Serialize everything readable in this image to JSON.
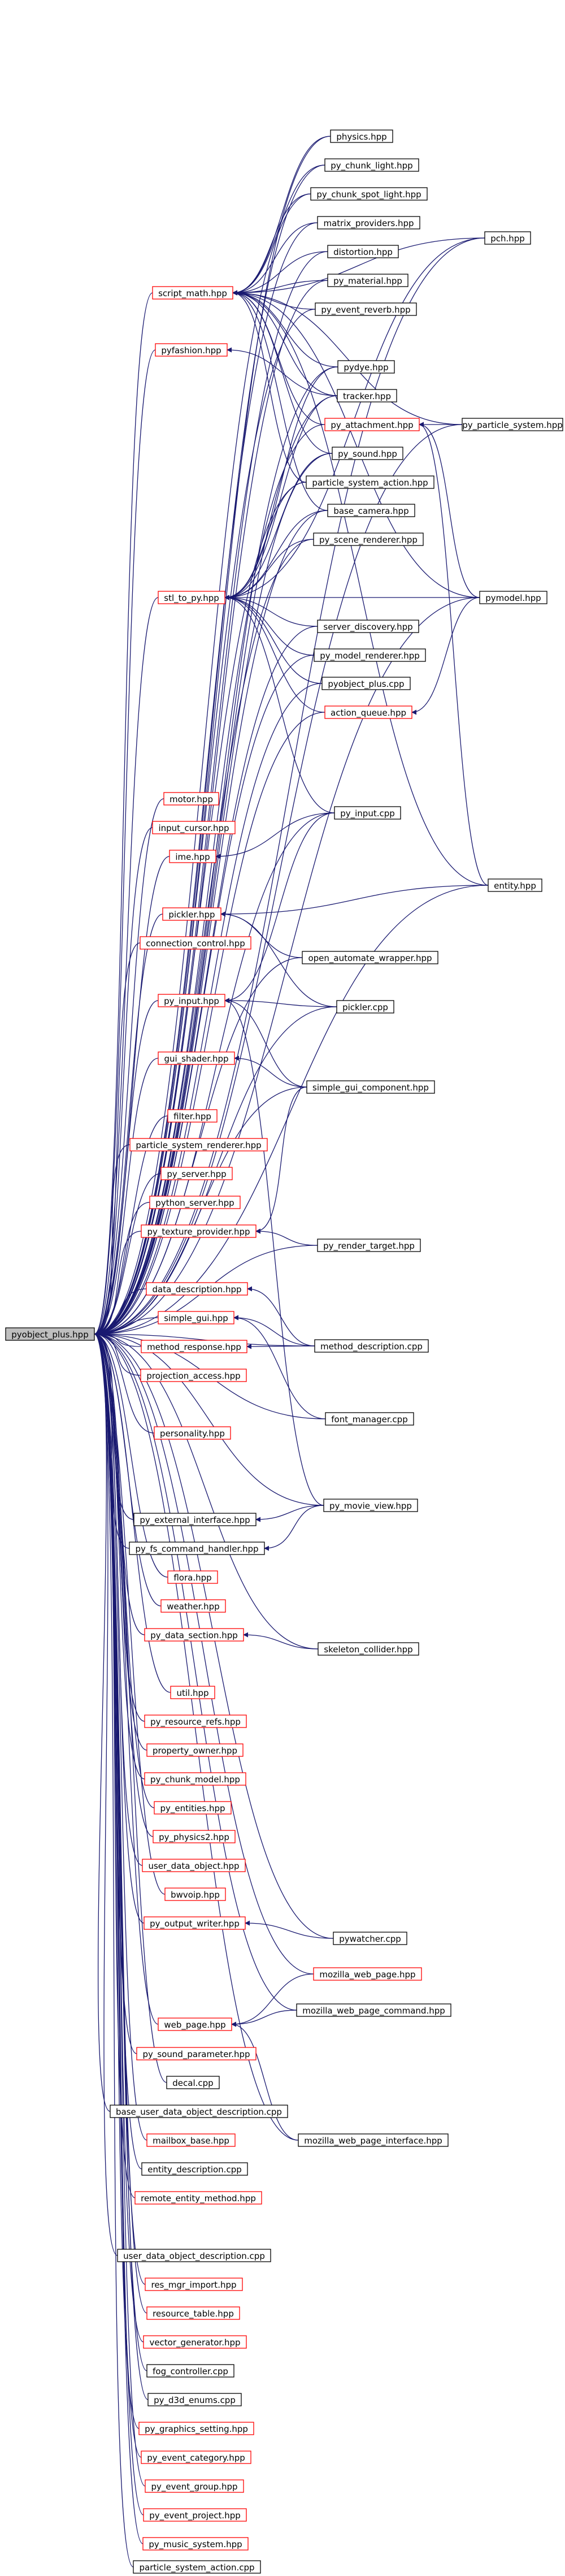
{
  "graph": {
    "root": "pyobject_plus.hpp",
    "nodes": [
      {
        "id": "pyobject_plus",
        "label": "pyobject_plus.hpp",
        "color": "root"
      },
      {
        "id": "physics",
        "label": "physics.hpp",
        "color": "black"
      },
      {
        "id": "py_chunk_light",
        "label": "py_chunk_light.hpp",
        "color": "black"
      },
      {
        "id": "py_chunk_spot_light",
        "label": "py_chunk_spot_light.hpp",
        "color": "black"
      },
      {
        "id": "matrix_providers",
        "label": "matrix_providers.hpp",
        "color": "black"
      },
      {
        "id": "pch",
        "label": "pch.hpp",
        "color": "black"
      },
      {
        "id": "distortion",
        "label": "distortion.hpp",
        "color": "black"
      },
      {
        "id": "py_material",
        "label": "py_material.hpp",
        "color": "black"
      },
      {
        "id": "py_event_reverb",
        "label": "py_event_reverb.hpp",
        "color": "black"
      },
      {
        "id": "script_math",
        "label": "script_math.hpp",
        "color": "red"
      },
      {
        "id": "pydye",
        "label": "pydye.hpp",
        "color": "black"
      },
      {
        "id": "pyfashion",
        "label": "pyfashion.hpp",
        "color": "red"
      },
      {
        "id": "tracker",
        "label": "tracker.hpp",
        "color": "black"
      },
      {
        "id": "py_attachment",
        "label": "py_attachment.hpp",
        "color": "red"
      },
      {
        "id": "py_particle_system",
        "label": "py_particle_system.hpp",
        "color": "black"
      },
      {
        "id": "py_sound",
        "label": "py_sound.hpp",
        "color": "black"
      },
      {
        "id": "particle_system_action",
        "label": "particle_system_action.hpp",
        "color": "black"
      },
      {
        "id": "base_camera",
        "label": "base_camera.hpp",
        "color": "black"
      },
      {
        "id": "py_scene_renderer",
        "label": "py_scene_renderer.hpp",
        "color": "black"
      },
      {
        "id": "stl_to_py",
        "label": "stl_to_py.hpp",
        "color": "red"
      },
      {
        "id": "pymodel",
        "label": "pymodel.hpp",
        "color": "black"
      },
      {
        "id": "server_discovery",
        "label": "server_discovery.hpp",
        "color": "black"
      },
      {
        "id": "py_model_renderer",
        "label": "py_model_renderer.hpp",
        "color": "black"
      },
      {
        "id": "pyobject_plus_cpp",
        "label": "pyobject_plus.cpp",
        "color": "black"
      },
      {
        "id": "action_queue",
        "label": "action_queue.hpp",
        "color": "red"
      },
      {
        "id": "motor",
        "label": "motor.hpp",
        "color": "red"
      },
      {
        "id": "input_cursor",
        "label": "input_cursor.hpp",
        "color": "red"
      },
      {
        "id": "py_input_cpp",
        "label": "py_input.cpp",
        "color": "black"
      },
      {
        "id": "ime",
        "label": "ime.hpp",
        "color": "red"
      },
      {
        "id": "entity",
        "label": "entity.hpp",
        "color": "black"
      },
      {
        "id": "pickler",
        "label": "pickler.hpp",
        "color": "red"
      },
      {
        "id": "connection_control",
        "label": "connection_control.hpp",
        "color": "red"
      },
      {
        "id": "open_automate_wrapper",
        "label": "open_automate_wrapper.hpp",
        "color": "black"
      },
      {
        "id": "py_input",
        "label": "py_input.hpp",
        "color": "red"
      },
      {
        "id": "pickler_cpp",
        "label": "pickler.cpp",
        "color": "black"
      },
      {
        "id": "gui_shader",
        "label": "gui_shader.hpp",
        "color": "red"
      },
      {
        "id": "simple_gui_component",
        "label": "simple_gui_component.hpp",
        "color": "black"
      },
      {
        "id": "filter",
        "label": "filter.hpp",
        "color": "red"
      },
      {
        "id": "particle_system_renderer",
        "label": "particle_system_renderer.hpp",
        "color": "red"
      },
      {
        "id": "py_server",
        "label": "py_server.hpp",
        "color": "red"
      },
      {
        "id": "python_server",
        "label": "python_server.hpp",
        "color": "red"
      },
      {
        "id": "py_texture_provider",
        "label": "py_texture_provider.hpp",
        "color": "red"
      },
      {
        "id": "py_render_target",
        "label": "py_render_target.hpp",
        "color": "black"
      },
      {
        "id": "data_description",
        "label": "data_description.hpp",
        "color": "red"
      },
      {
        "id": "simple_gui",
        "label": "simple_gui.hpp",
        "color": "red"
      },
      {
        "id": "method_response",
        "label": "method_response.hpp",
        "color": "red"
      },
      {
        "id": "method_description",
        "label": "method_description.cpp",
        "color": "black"
      },
      {
        "id": "projection_access",
        "label": "projection_access.hpp",
        "color": "red"
      },
      {
        "id": "personality",
        "label": "personality.hpp",
        "color": "red"
      },
      {
        "id": "font_manager",
        "label": "font_manager.cpp",
        "color": "black"
      },
      {
        "id": "py_external_interface",
        "label": "py_external_interface.hpp",
        "color": "black"
      },
      {
        "id": "py_movie_view",
        "label": "py_movie_view.hpp",
        "color": "black"
      },
      {
        "id": "py_fs_command_handler",
        "label": "py_fs_command_handler.hpp",
        "color": "black"
      },
      {
        "id": "flora",
        "label": "flora.hpp",
        "color": "red"
      },
      {
        "id": "weather",
        "label": "weather.hpp",
        "color": "red"
      },
      {
        "id": "py_data_section",
        "label": "py_data_section.hpp",
        "color": "red"
      },
      {
        "id": "skeleton_collider",
        "label": "skeleton_collider.hpp",
        "color": "black"
      },
      {
        "id": "util",
        "label": "util.hpp",
        "color": "red"
      },
      {
        "id": "py_resource_refs",
        "label": "py_resource_refs.hpp",
        "color": "red"
      },
      {
        "id": "property_owner",
        "label": "property_owner.hpp",
        "color": "red"
      },
      {
        "id": "py_chunk_model",
        "label": "py_chunk_model.hpp",
        "color": "red"
      },
      {
        "id": "py_entities",
        "label": "py_entities.hpp",
        "color": "red"
      },
      {
        "id": "py_physics2",
        "label": "py_physics2.hpp",
        "color": "red"
      },
      {
        "id": "user_data_object",
        "label": "user_data_object.hpp",
        "color": "red"
      },
      {
        "id": "bwvoip",
        "label": "bwvoip.hpp",
        "color": "red"
      },
      {
        "id": "py_output_writer",
        "label": "py_output_writer.hpp",
        "color": "red"
      },
      {
        "id": "pywatcher",
        "label": "pywatcher.cpp",
        "color": "black"
      },
      {
        "id": "mozilla_web_page",
        "label": "mozilla_web_page.hpp",
        "color": "red"
      },
      {
        "id": "web_page",
        "label": "web_page.hpp",
        "color": "red"
      },
      {
        "id": "mozilla_web_page_command",
        "label": "mozilla_web_page_command.hpp",
        "color": "black"
      },
      {
        "id": "py_sound_parameter",
        "label": "py_sound_parameter.hpp",
        "color": "red"
      },
      {
        "id": "decal",
        "label": "decal.cpp",
        "color": "black"
      },
      {
        "id": "base_user_data_object_description",
        "label": "base_user_data_object_description.cpp",
        "color": "black"
      },
      {
        "id": "mailbox_base",
        "label": "mailbox_base.hpp",
        "color": "red"
      },
      {
        "id": "mozilla_web_page_interface",
        "label": "mozilla_web_page_interface.hpp",
        "color": "black"
      },
      {
        "id": "entity_description",
        "label": "entity_description.cpp",
        "color": "black"
      },
      {
        "id": "remote_entity_method",
        "label": "remote_entity_method.hpp",
        "color": "red"
      },
      {
        "id": "user_data_object_description",
        "label": "user_data_object_description.cpp",
        "color": "black"
      },
      {
        "id": "res_mgr_import",
        "label": "res_mgr_import.hpp",
        "color": "red"
      },
      {
        "id": "resource_table",
        "label": "resource_table.hpp",
        "color": "red"
      },
      {
        "id": "vector_generator",
        "label": "vector_generator.hpp",
        "color": "red"
      },
      {
        "id": "fog_controller",
        "label": "fog_controller.cpp",
        "color": "black"
      },
      {
        "id": "py_d3d_enums",
        "label": "py_d3d_enums.cpp",
        "color": "black"
      },
      {
        "id": "py_graphics_setting",
        "label": "py_graphics_setting.hpp",
        "color": "red"
      },
      {
        "id": "py_event_category",
        "label": "py_event_category.hpp",
        "color": "red"
      },
      {
        "id": "py_event_group",
        "label": "py_event_group.hpp",
        "color": "red"
      },
      {
        "id": "py_event_project",
        "label": "py_event_project.hpp",
        "color": "red"
      },
      {
        "id": "py_music_system",
        "label": "py_music_system.hpp",
        "color": "red"
      },
      {
        "id": "particle_system_action_cpp",
        "label": "particle_system_action.cpp",
        "color": "black"
      }
    ],
    "edges": [
      [
        "physics",
        "pyobject_plus"
      ],
      [
        "py_chunk_light",
        "pyobject_plus"
      ],
      [
        "py_chunk_spot_light",
        "pyobject_plus"
      ],
      [
        "matrix_providers",
        "pyobject_plus"
      ],
      [
        "pch",
        "pyobject_plus"
      ],
      [
        "distortion",
        "pyobject_plus"
      ],
      [
        "py_material",
        "pyobject_plus"
      ],
      [
        "py_event_reverb",
        "pyobject_plus"
      ],
      [
        "script_math",
        "pyobject_plus"
      ],
      [
        "pydye",
        "pyobject_plus"
      ],
      [
        "pyfashion",
        "pyobject_plus"
      ],
      [
        "tracker",
        "pyobject_plus"
      ],
      [
        "py_attachment",
        "pyobject_plus"
      ],
      [
        "py_particle_system",
        "pyobject_plus"
      ],
      [
        "py_sound",
        "pyobject_plus"
      ],
      [
        "particle_system_action",
        "pyobject_plus"
      ],
      [
        "base_camera",
        "pyobject_plus"
      ],
      [
        "py_scene_renderer",
        "pyobject_plus"
      ],
      [
        "stl_to_py",
        "pyobject_plus"
      ],
      [
        "pymodel",
        "pyobject_plus"
      ],
      [
        "server_discovery",
        "pyobject_plus"
      ],
      [
        "py_model_renderer",
        "pyobject_plus"
      ],
      [
        "pyobject_plus_cpp",
        "pyobject_plus"
      ],
      [
        "action_queue",
        "pyobject_plus"
      ],
      [
        "motor",
        "pyobject_plus"
      ],
      [
        "input_cursor",
        "pyobject_plus"
      ],
      [
        "py_input_cpp",
        "pyobject_plus"
      ],
      [
        "ime",
        "pyobject_plus"
      ],
      [
        "entity",
        "pyobject_plus"
      ],
      [
        "pickler",
        "pyobject_plus"
      ],
      [
        "connection_control",
        "pyobject_plus"
      ],
      [
        "open_automate_wrapper",
        "pyobject_plus"
      ],
      [
        "py_input",
        "pyobject_plus"
      ],
      [
        "pickler_cpp",
        "pyobject_plus"
      ],
      [
        "gui_shader",
        "pyobject_plus"
      ],
      [
        "simple_gui_component",
        "pyobject_plus"
      ],
      [
        "filter",
        "pyobject_plus"
      ],
      [
        "particle_system_renderer",
        "pyobject_plus"
      ],
      [
        "py_server",
        "pyobject_plus"
      ],
      [
        "python_server",
        "pyobject_plus"
      ],
      [
        "py_texture_provider",
        "pyobject_plus"
      ],
      [
        "py_render_target",
        "pyobject_plus"
      ],
      [
        "data_description",
        "pyobject_plus"
      ],
      [
        "simple_gui",
        "pyobject_plus"
      ],
      [
        "method_response",
        "pyobject_plus"
      ],
      [
        "method_description",
        "pyobject_plus"
      ],
      [
        "projection_access",
        "pyobject_plus"
      ],
      [
        "personality",
        "pyobject_plus"
      ],
      [
        "font_manager",
        "pyobject_plus"
      ],
      [
        "py_external_interface",
        "pyobject_plus"
      ],
      [
        "py_movie_view",
        "pyobject_plus"
      ],
      [
        "py_fs_command_handler",
        "pyobject_plus"
      ],
      [
        "flora",
        "pyobject_plus"
      ],
      [
        "weather",
        "pyobject_plus"
      ],
      [
        "py_data_section",
        "pyobject_plus"
      ],
      [
        "skeleton_collider",
        "pyobject_plus"
      ],
      [
        "util",
        "pyobject_plus"
      ],
      [
        "py_resource_refs",
        "pyobject_plus"
      ],
      [
        "property_owner",
        "pyobject_plus"
      ],
      [
        "py_chunk_model",
        "pyobject_plus"
      ],
      [
        "py_entities",
        "pyobject_plus"
      ],
      [
        "py_physics2",
        "pyobject_plus"
      ],
      [
        "user_data_object",
        "pyobject_plus"
      ],
      [
        "bwvoip",
        "pyobject_plus"
      ],
      [
        "py_output_writer",
        "pyobject_plus"
      ],
      [
        "pywatcher",
        "pyobject_plus"
      ],
      [
        "mozilla_web_page",
        "pyobject_plus"
      ],
      [
        "web_page",
        "pyobject_plus"
      ],
      [
        "mozilla_web_page_command",
        "pyobject_plus"
      ],
      [
        "py_sound_parameter",
        "pyobject_plus"
      ],
      [
        "decal",
        "pyobject_plus"
      ],
      [
        "base_user_data_object_description",
        "pyobject_plus"
      ],
      [
        "mailbox_base",
        "pyobject_plus"
      ],
      [
        "mozilla_web_page_interface",
        "pyobject_plus"
      ],
      [
        "entity_description",
        "pyobject_plus"
      ],
      [
        "remote_entity_method",
        "pyobject_plus"
      ],
      [
        "user_data_object_description",
        "pyobject_plus"
      ],
      [
        "res_mgr_import",
        "pyobject_plus"
      ],
      [
        "resource_table",
        "pyobject_plus"
      ],
      [
        "vector_generator",
        "pyobject_plus"
      ],
      [
        "fog_controller",
        "pyobject_plus"
      ],
      [
        "py_d3d_enums",
        "pyobject_plus"
      ],
      [
        "py_graphics_setting",
        "pyobject_plus"
      ],
      [
        "py_event_category",
        "pyobject_plus"
      ],
      [
        "py_event_group",
        "pyobject_plus"
      ],
      [
        "py_event_project",
        "pyobject_plus"
      ],
      [
        "py_music_system",
        "pyobject_plus"
      ],
      [
        "particle_system_action_cpp",
        "pyobject_plus"
      ],
      [
        "physics",
        "script_math"
      ],
      [
        "py_chunk_light",
        "script_math"
      ],
      [
        "py_chunk_spot_light",
        "script_math"
      ],
      [
        "matrix_providers",
        "script_math"
      ],
      [
        "pch",
        "script_math"
      ],
      [
        "distortion",
        "script_math"
      ],
      [
        "py_material",
        "script_math"
      ],
      [
        "py_event_reverb",
        "script_math"
      ],
      [
        "pydye",
        "script_math"
      ],
      [
        "tracker",
        "script_math"
      ],
      [
        "py_attachment",
        "script_math"
      ],
      [
        "py_sound",
        "script_math"
      ],
      [
        "particle_system_action",
        "script_math"
      ],
      [
        "base_camera",
        "script_math"
      ],
      [
        "py_particle_system",
        "script_math"
      ],
      [
        "pymodel",
        "script_math"
      ],
      [
        "entity",
        "script_math"
      ],
      [
        "tracker",
        "pyfashion"
      ],
      [
        "py_particle_system",
        "py_attachment"
      ],
      [
        "pymodel",
        "py_attachment"
      ],
      [
        "entity",
        "py_attachment"
      ],
      [
        "pch",
        "stl_to_py"
      ],
      [
        "py_scene_renderer",
        "stl_to_py"
      ],
      [
        "pymodel",
        "stl_to_py"
      ],
      [
        "server_discovery",
        "stl_to_py"
      ],
      [
        "py_model_renderer",
        "stl_to_py"
      ],
      [
        "pyobject_plus_cpp",
        "stl_to_py"
      ],
      [
        "action_queue",
        "stl_to_py"
      ],
      [
        "py_input_cpp",
        "stl_to_py"
      ],
      [
        "py_sound",
        "stl_to_py"
      ],
      [
        "particle_system_action",
        "stl_to_py"
      ],
      [
        "base_camera",
        "stl_to_py"
      ],
      [
        "pydye",
        "stl_to_py"
      ],
      [
        "tracker",
        "stl_to_py"
      ],
      [
        "pymodel",
        "action_queue"
      ],
      [
        "py_input_cpp",
        "ime"
      ],
      [
        "entity",
        "pickler"
      ],
      [
        "open_automate_wrapper",
        "pickler"
      ],
      [
        "pickler_cpp",
        "pickler"
      ],
      [
        "py_input_cpp",
        "py_input"
      ],
      [
        "pickler_cpp",
        "py_input"
      ],
      [
        "simple_gui_component",
        "py_input"
      ],
      [
        "py_movie_view",
        "py_input"
      ],
      [
        "simple_gui_component",
        "gui_shader"
      ],
      [
        "simple_gui_component",
        "py_texture_provider"
      ],
      [
        "py_render_target",
        "py_texture_provider"
      ],
      [
        "method_description",
        "data_description"
      ],
      [
        "method_description",
        "simple_gui"
      ],
      [
        "font_manager",
        "simple_gui"
      ],
      [
        "method_description",
        "method_response"
      ],
      [
        "py_movie_view",
        "py_external_interface"
      ],
      [
        "py_movie_view",
        "py_fs_command_handler"
      ],
      [
        "skeleton_collider",
        "py_data_section"
      ],
      [
        "pywatcher",
        "py_output_writer"
      ],
      [
        "mozilla_web_page",
        "web_page"
      ],
      [
        "mozilla_web_page_command",
        "web_page"
      ],
      [
        "mozilla_web_page_interface",
        "web_page"
      ]
    ]
  }
}
